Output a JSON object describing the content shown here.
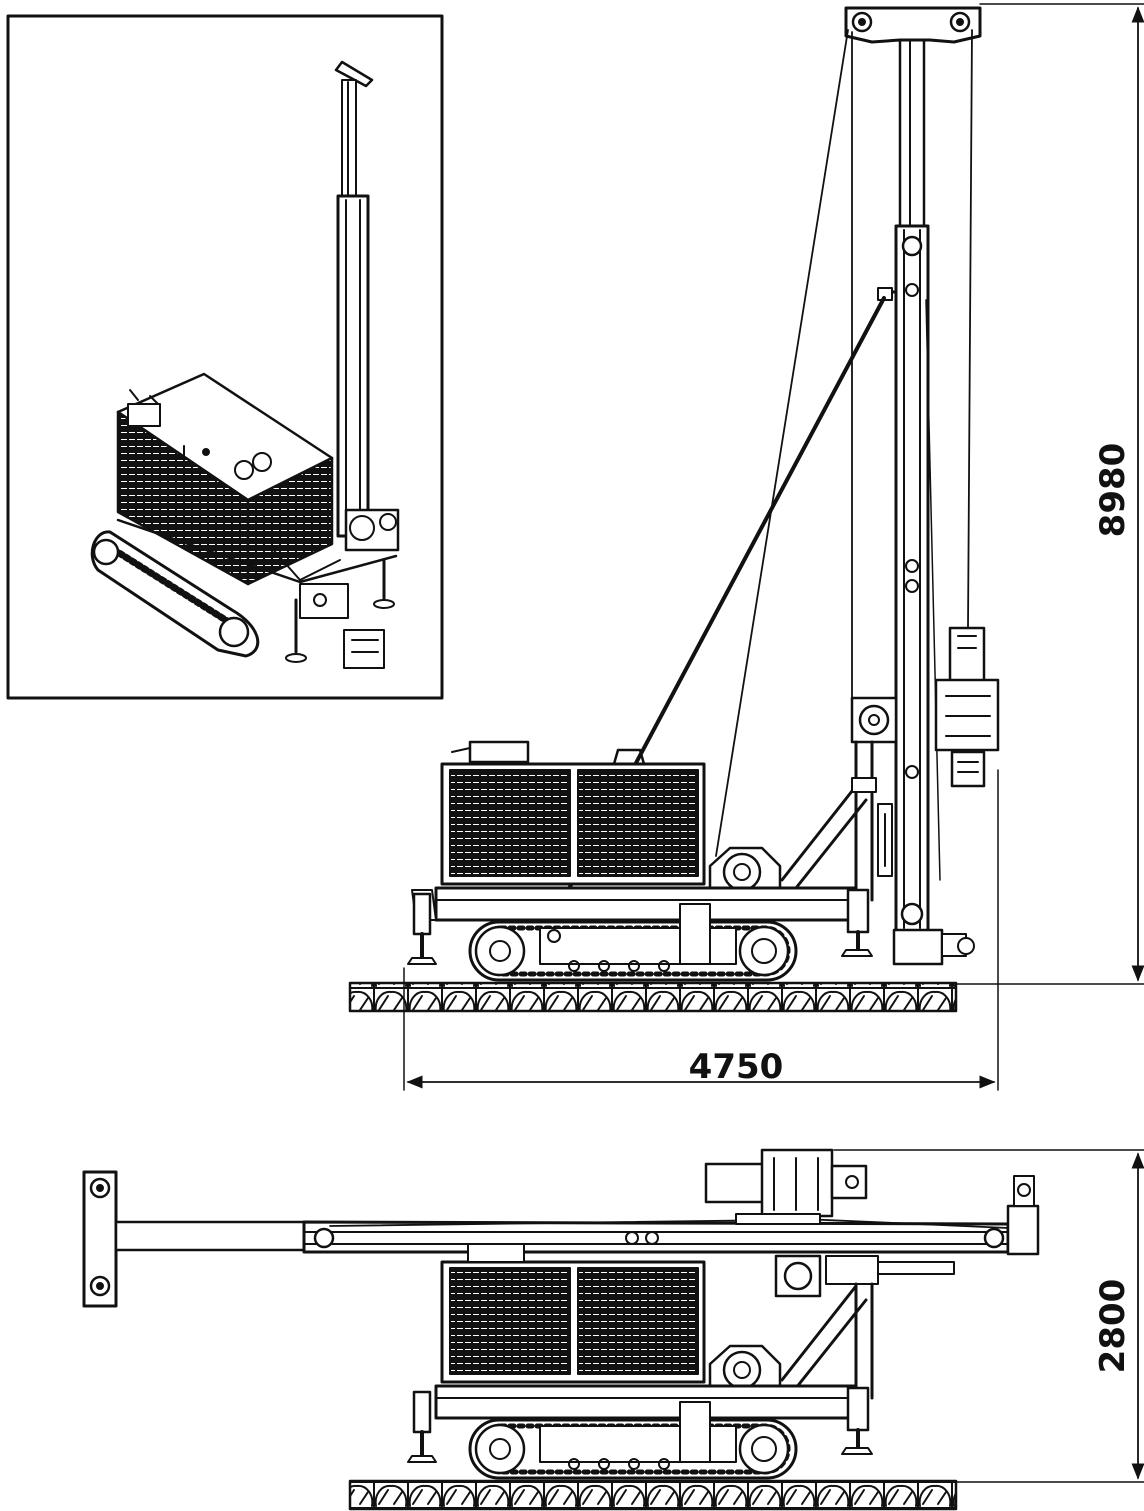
{
  "dimensions": {
    "height_erect": "8980",
    "length": "4750",
    "height_transport": "2800"
  },
  "colors": {
    "line": "#111111",
    "background": "#ffffff"
  }
}
